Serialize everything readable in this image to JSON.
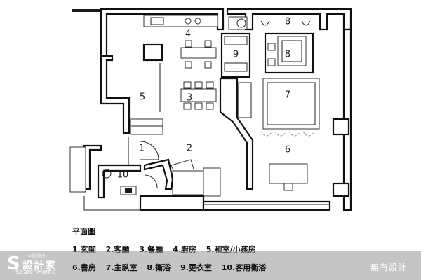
{
  "rooms": [
    {
      "num": "1"
    },
    {
      "num": "2"
    },
    {
      "num": "3"
    },
    {
      "num": "4"
    },
    {
      "num": "5"
    },
    {
      "num": "6"
    },
    {
      "num": "7"
    },
    {
      "num": "8"
    },
    {
      "num": "8"
    },
    {
      "num": "9"
    },
    {
      "num": "10"
    }
  ],
  "legend": {
    "title": "平面圖",
    "row1": [
      "1.玄關",
      "2.客廳",
      "3.餐廳",
      "4.廚房",
      "5.和室/小孩房"
    ],
    "row2": [
      "6.書房",
      "7.主臥室",
      "8.衛浴",
      "9.更衣室",
      "10.客用衛浴"
    ]
  },
  "watermark": {
    "logo_mark": "S",
    "logo_cn": "設計家",
    "logo_en": "SearchHome",
    "logo_small": "以圖找設計",
    "brand": "無有設計"
  },
  "colors": {
    "wall": "#111111",
    "overlay": "#969696"
  }
}
